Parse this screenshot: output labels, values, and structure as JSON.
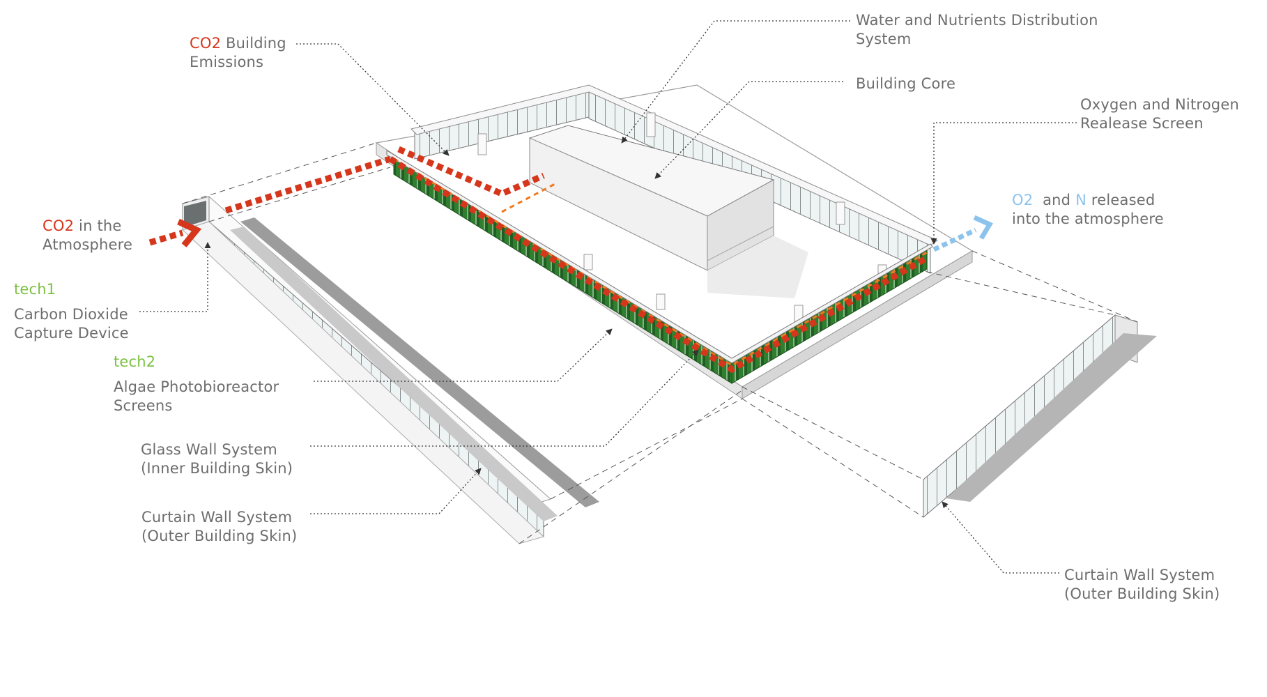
{
  "colors": {
    "co2_red": "#d6361b",
    "tech_green": "#7cc142",
    "gas_blue": "#8cc3ec",
    "label_gray": "#6d6d6d",
    "algae_green": "#2f7f2f",
    "flow_orange": "#f07a1e"
  },
  "labels": {
    "water_nutrients": {
      "line1": "Water and Nutrients Distribution",
      "line2": "System"
    },
    "building_core": {
      "line1": "Building Core"
    },
    "co2_building": {
      "co2": "CO2",
      "rest": "Building",
      "line2": "Emissions"
    },
    "oxygen_nitrogen": {
      "line1": "Oxygen and Nitrogen",
      "line2": "Realease Screen"
    },
    "released": {
      "o2": "O2",
      "and": "and",
      "n": "N",
      "released": "released",
      "line2": "into the atmosphere"
    },
    "co2_atmosphere": {
      "co2": "CO2",
      "rest": "in the",
      "line2": "Atmosphere"
    },
    "tech1": {
      "tag": "tech1",
      "line1": "Carbon Dioxide",
      "line2": "Capture Device"
    },
    "tech2": {
      "tag": "tech2",
      "line1": "Algae Photobioreactor",
      "line2": "Screens"
    },
    "glass_wall": {
      "line1": "Glass Wall System",
      "line2": "(Inner Building Skin)"
    },
    "curtain_wall_left": {
      "line1": "Curtain Wall System",
      "line2": "(Outer Building Skin)"
    },
    "curtain_wall_right": {
      "line1": "Curtain Wall System",
      "line2": "(Outer Building Skin)"
    }
  }
}
